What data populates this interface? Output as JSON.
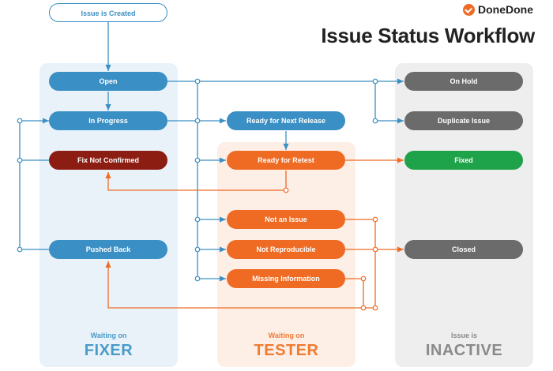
{
  "header": {
    "brand": "DoneDone",
    "title": "Issue Status Workflow"
  },
  "colors": {
    "fixer": "#3a8fc4",
    "tester": "#ef6b24",
    "inactive": "#6b6b6b",
    "fixed": "#1fa34a",
    "fix_not_confirmed": "#8b1d12"
  },
  "nodes": {
    "issue_created": "Issue is Created",
    "open": "Open",
    "in_progress": "In Progress",
    "fix_not_confirmed": "Fix Not Confirmed",
    "pushed_back": "Pushed Back",
    "ready_next_release": "Ready for Next Release",
    "ready_retest": "Ready for Retest",
    "not_an_issue": "Not an Issue",
    "not_reproducible": "Not Reproducible",
    "missing_information": "Missing Information",
    "on_hold": "On Hold",
    "duplicate_issue": "Duplicate Issue",
    "fixed": "Fixed",
    "closed": "Closed"
  },
  "lanes": {
    "fixer": {
      "caption": "Waiting on",
      "name": "FIXER"
    },
    "tester": {
      "caption": "Waiting on",
      "name": "TESTER"
    },
    "inactive": {
      "caption": "Issue is",
      "name": "INACTIVE"
    }
  }
}
